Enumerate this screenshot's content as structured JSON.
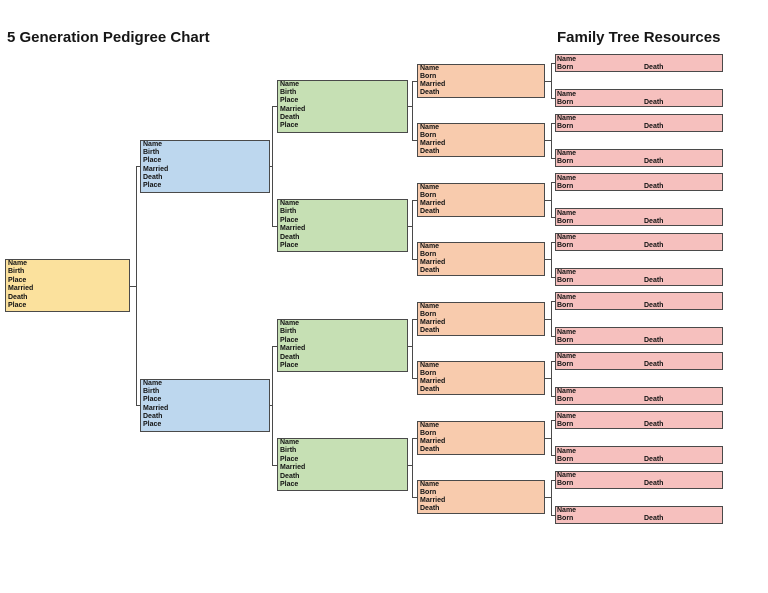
{
  "header": {
    "title": "5 Generation Pedigree Chart",
    "resources_title": "Family Tree Resources"
  },
  "colors": {
    "gen1_fill": "#FBE19D",
    "gen2_fill": "#BDD7EE",
    "gen3_fill": "#C6E0B4",
    "gen4_fill": "#F8CBAD",
    "gen5_fill": "#F6C0BE",
    "box_border": "#4a4a4a",
    "connector": "#4a4a4a",
    "text": "#141414",
    "background": "#ffffff"
  },
  "generations": [
    {
      "name": "generation-1",
      "count": 1,
      "fill": "#FBE19D",
      "layout": "six-line",
      "labels": [
        "Name",
        "Birth",
        "Place",
        "Married",
        "Death",
        "Place"
      ]
    },
    {
      "name": "generation-2",
      "count": 2,
      "fill": "#BDD7EE",
      "layout": "six-line",
      "labels": [
        "Name",
        "Birth",
        "Place",
        "Married",
        "Death",
        "Place"
      ]
    },
    {
      "name": "generation-3",
      "count": 4,
      "fill": "#C6E0B4",
      "layout": "six-line",
      "labels": [
        "Name",
        "Birth",
        "Place",
        "Married",
        "Death",
        "Place"
      ]
    },
    {
      "name": "generation-4",
      "count": 8,
      "fill": "#F8CBAD",
      "layout": "four-line",
      "labels": [
        "Name",
        "Born",
        "Married",
        "Death"
      ]
    },
    {
      "name": "generation-5",
      "count": 16,
      "fill": "#F6C0BE",
      "layout": "name-born-death",
      "labels": [
        "Name",
        "Born",
        "Death"
      ]
    }
  ]
}
